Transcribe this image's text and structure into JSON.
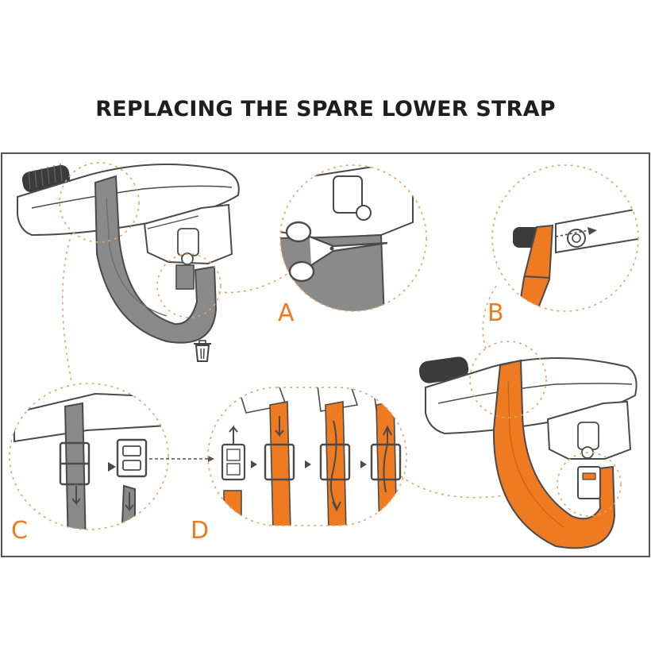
{
  "title": "REPLACING THE SPARE LOWER STRAP",
  "steps": [
    {
      "letter": "A"
    },
    {
      "letter": "B"
    },
    {
      "letter": "C"
    },
    {
      "letter": "D"
    }
  ],
  "colors": {
    "accent": "#EE7A21",
    "old_strap": "#8A8A8A",
    "outline": "#4A4A4A",
    "dotted": "#E3A56C",
    "frame": "#555555"
  },
  "icons": [
    "trash-icon",
    "scissors-icon",
    "arrow-icon",
    "buckle-icon"
  ]
}
